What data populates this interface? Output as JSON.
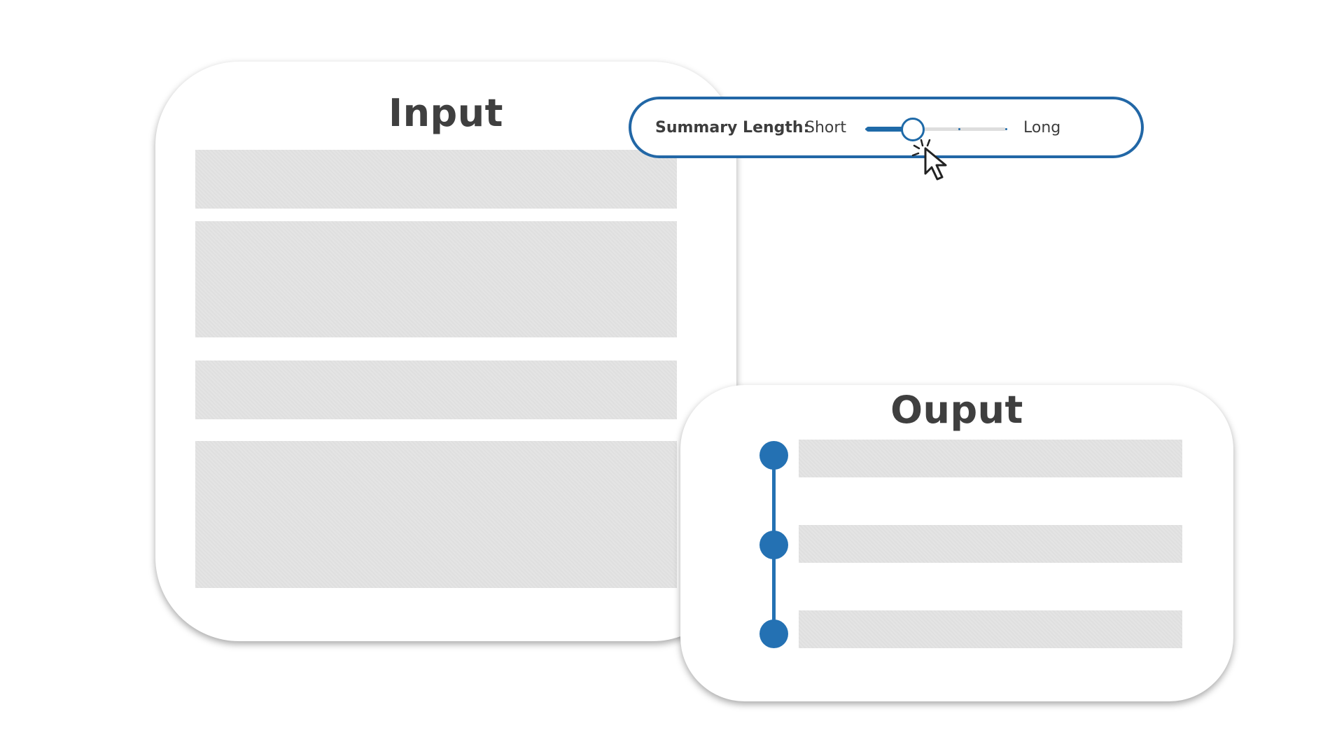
{
  "input_panel": {
    "title": "Input",
    "blocks": [
      "text-block",
      "text-block",
      "text-block",
      "text-block"
    ]
  },
  "output_panel": {
    "title": "Ouput",
    "items": [
      "summary-point",
      "summary-point",
      "summary-point"
    ]
  },
  "summary_length": {
    "label": "Summary Length:",
    "min_label": "Short",
    "max_label": "Long",
    "steps": 4,
    "value_fraction": 0.33
  },
  "colors": {
    "accent": "#2471b3",
    "border": "#2267a6",
    "text": "#3f3f3f",
    "placeholder": "#e3e3e3"
  },
  "icons": [
    "mouse-pointer-icon",
    "click-burst-icon"
  ]
}
